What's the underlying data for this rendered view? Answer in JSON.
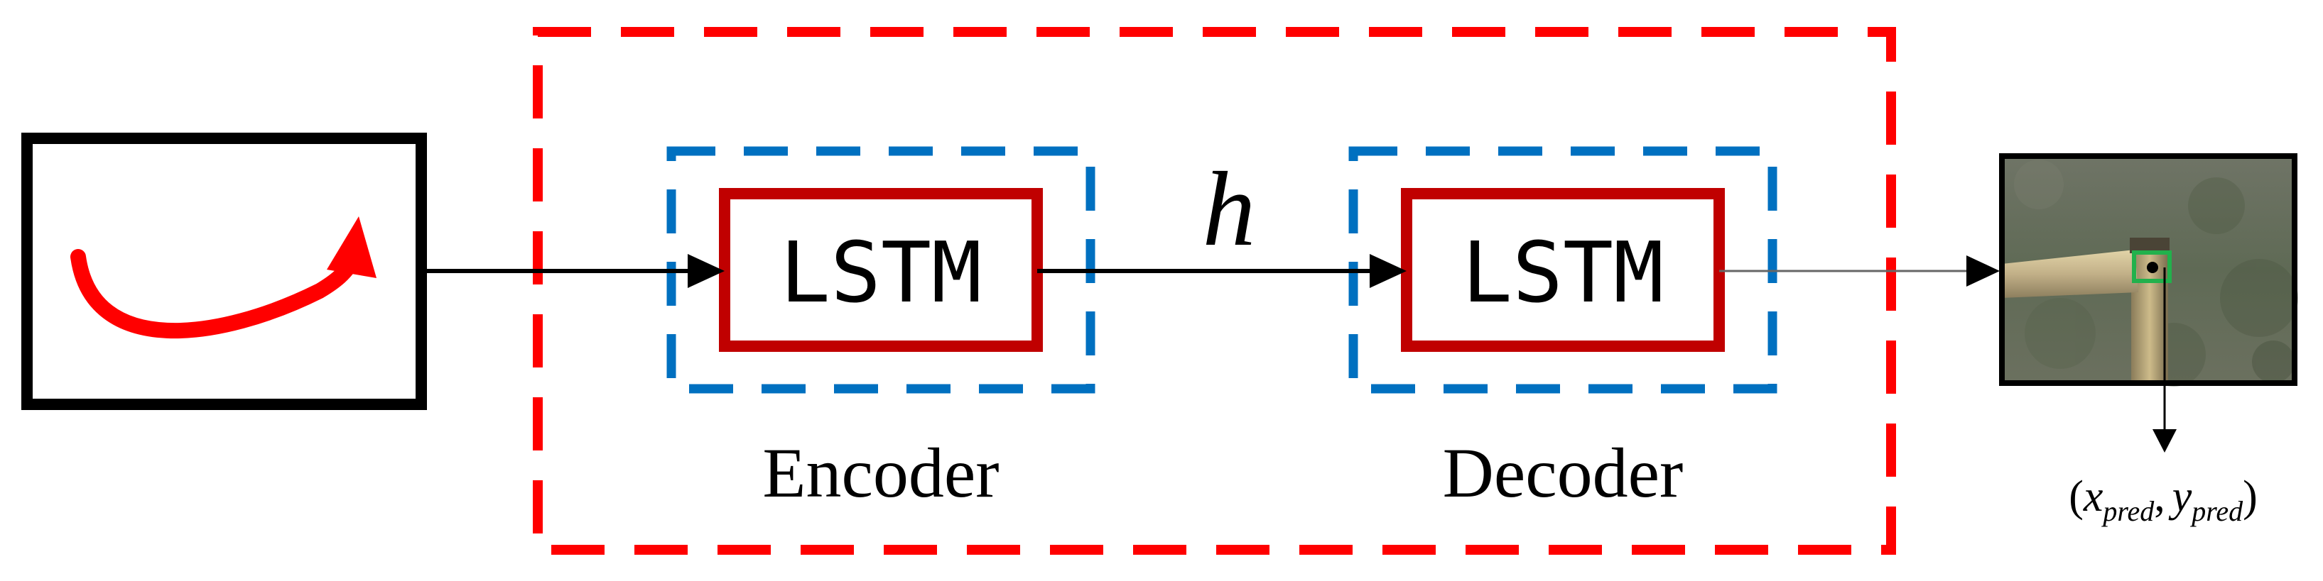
{
  "encoder": {
    "cell_label": "LSTM",
    "caption": "Encoder"
  },
  "decoder": {
    "cell_label": "LSTM",
    "caption": "Decoder"
  },
  "hidden_state": {
    "symbol": "h"
  },
  "output": {
    "open_paren": "(",
    "x_var": "x",
    "x_sub": "pred",
    "comma": ",",
    "y_var": "y",
    "y_sub": "pred",
    "close_paren": ")"
  },
  "colors": {
    "outer_dashed_box": "#ff0000",
    "inner_dashed_box": "#0070c0",
    "lstm_border": "#c00000",
    "trajectory_arrow": "#ff0000",
    "target_marker": "#22b14c",
    "arrow": "#000000"
  },
  "icons": {
    "trajectory": "curved-arrow-icon",
    "output_image": "camera-frame-thumbnail"
  }
}
